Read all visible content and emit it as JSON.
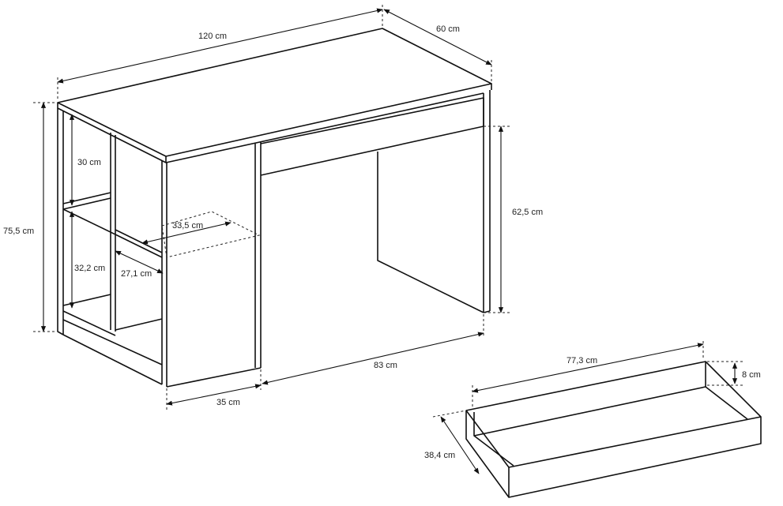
{
  "labels": {
    "width": "120 cm",
    "depth": "60 cm",
    "height": "75,5 cm",
    "leg_clearance": "62,5 cm",
    "shelf_top": "30 cm",
    "shelf_bottom": "32,2 cm",
    "shelf_depth": "33,5 cm",
    "shelf_width": "27,1 cm",
    "cabinet_width": "35 cm",
    "knee_width": "83 cm",
    "drawer_width": "77,3 cm",
    "drawer_height": "8 cm",
    "drawer_depth": "38,4 cm"
  }
}
